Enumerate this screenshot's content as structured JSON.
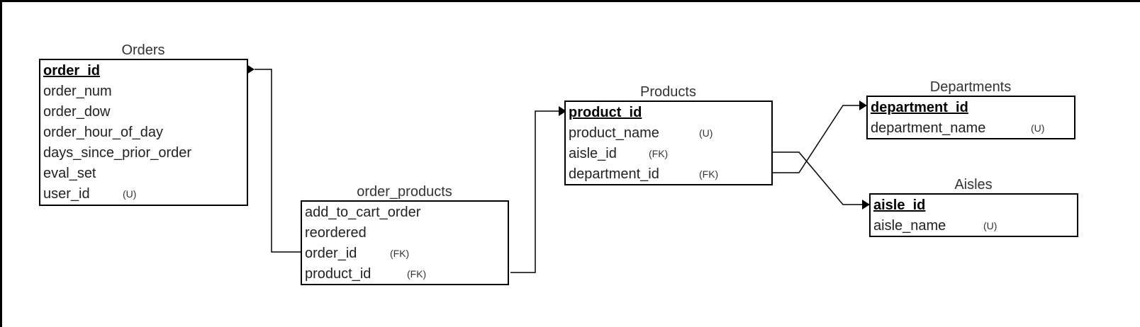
{
  "tables": {
    "orders": {
      "title": "Orders",
      "rows": [
        {
          "name": "order_id",
          "pk": true,
          "constraint": ""
        },
        {
          "name": "order_num",
          "constraint": ""
        },
        {
          "name": "order_dow",
          "constraint": ""
        },
        {
          "name": "order_hour_of_day",
          "constraint": ""
        },
        {
          "name": "days_since_prior_order",
          "constraint": ""
        },
        {
          "name": "eval_set",
          "constraint": ""
        },
        {
          "name": "user_id",
          "constraint": "(U)"
        }
      ]
    },
    "order_products": {
      "title": "order_products",
      "rows": [
        {
          "name": "add_to_cart_order",
          "constraint": ""
        },
        {
          "name": "reordered",
          "constraint": ""
        },
        {
          "name": "order_id",
          "constraint": "(FK)"
        },
        {
          "name": "product_id",
          "constraint": "(FK)"
        }
      ]
    },
    "products": {
      "title": "Products",
      "rows": [
        {
          "name": "product_id",
          "pk": true,
          "constraint": ""
        },
        {
          "name": "product_name",
          "constraint": "(U)"
        },
        {
          "name": "aisle_id",
          "constraint": "(FK)"
        },
        {
          "name": "department_id",
          "constraint": "(FK)"
        }
      ]
    },
    "departments": {
      "title": "Departments",
      "rows": [
        {
          "name": "department_id",
          "pk": true,
          "constraint": ""
        },
        {
          "name": "department_name",
          "constraint": "(U)"
        }
      ]
    },
    "aisles": {
      "title": "Aisles",
      "rows": [
        {
          "name": "aisle_id",
          "pk": true,
          "constraint": ""
        },
        {
          "name": "aisle_name",
          "constraint": "(U)"
        }
      ]
    }
  },
  "relationships": [
    {
      "from": "order_products.order_id",
      "to": "orders.order_id"
    },
    {
      "from": "order_products.product_id",
      "to": "products.product_id"
    },
    {
      "from": "products.department_id",
      "to": "departments.department_id"
    },
    {
      "from": "products.aisle_id",
      "to": "aisles.aisle_id"
    }
  ]
}
